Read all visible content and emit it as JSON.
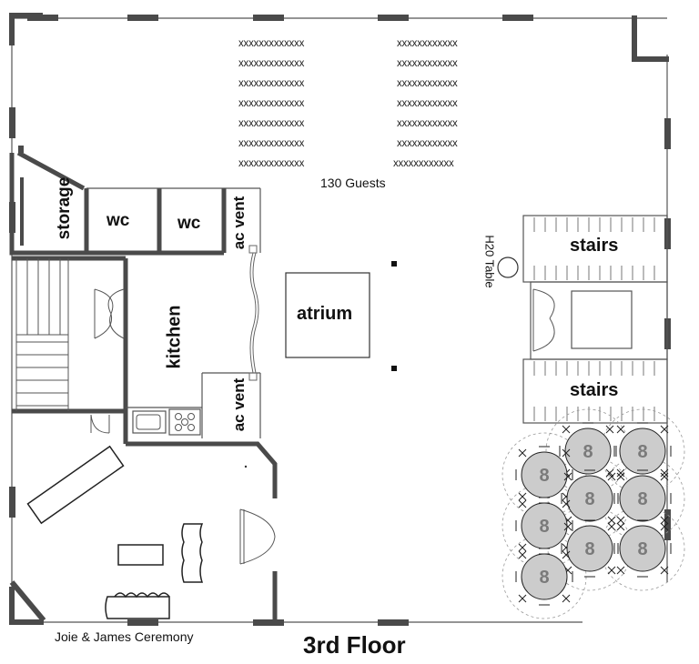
{
  "floor_title": "3rd Floor",
  "ceremony_label": "Joie & James Ceremony",
  "guest_count_label": "130 Guests",
  "water_table_label": "H20 Table",
  "rooms": {
    "storage": "storage",
    "wc1": "wc",
    "wc2": "wc",
    "ac_vent_top": "ac vent",
    "ac_vent_bottom": "ac vent",
    "kitchen": "kitchen",
    "atrium": "atrium",
    "stairs_top": "stairs",
    "stairs_bottom": "stairs"
  },
  "seating": {
    "left": [
      "xxxxxxxxxxxxx",
      "xxxxxxxxxxxxx",
      "xxxxxxxxxxxxx",
      "xxxxxxxxxxxxx",
      "xxxxxxxxxxxxx",
      "xxxxxxxxxxxxx",
      "xxxxxxxxxxxxx"
    ],
    "right": [
      "xxxxxxxxxxxx",
      "xxxxxxxxxxxx",
      "xxxxxxxxxxxx",
      "xxxxxxxxxxxx",
      "xxxxxxxxxxxx",
      "xxxxxxxxxxxx",
      "xxxxxxxxxxxx"
    ]
  },
  "round_tables": [
    "8",
    "8",
    "8",
    "8",
    "8",
    "8",
    "8",
    "8",
    "8"
  ],
  "colors": {
    "wall": "#4a4a4a",
    "table_fill": "#cccccc",
    "table_number": "#7a7a7a"
  }
}
